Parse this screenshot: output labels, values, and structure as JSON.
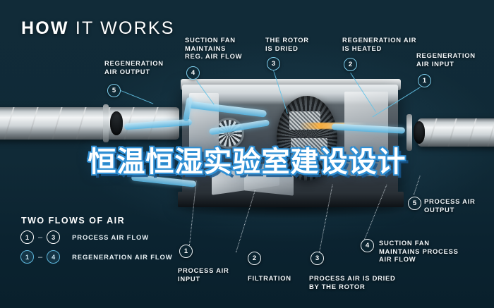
{
  "header": {
    "title_bold": "HOW",
    "title_light": "IT WORKS"
  },
  "watermark": {
    "text": "恒温恒湿实验室建设设计"
  },
  "callouts": [
    {
      "id": "regeneration-air-output",
      "number": "5",
      "label": "REGENERATION\nAIR OUTPUT"
    },
    {
      "id": "suction-fan-reg",
      "number": "4",
      "label": "SUCTION FAN\nMAINTAINS\nREG. AIR FLOW"
    },
    {
      "id": "rotor-is-dried",
      "number": "3",
      "label": "THE ROTOR\nIS DRIED"
    },
    {
      "id": "regeneration-air-heated",
      "number": "2",
      "label": "REGENERATION AIR\nIS HEATED"
    },
    {
      "id": "regeneration-air-input",
      "number": "1",
      "label": "REGENERATION\nAIR INPUT"
    },
    {
      "id": "process-air-output",
      "number": "5",
      "label": "PROCESS AIR\nOUTPUT"
    },
    {
      "id": "process-air-input",
      "number": "1",
      "label": "PROCESS AIR\nINPUT"
    },
    {
      "id": "filtration",
      "number": "2",
      "label": "FILTRATION"
    },
    {
      "id": "process-air-dried",
      "number": "3",
      "label": "PROCESS AIR IS DRIED\nBY THE ROTOR"
    },
    {
      "id": "suction-fan-process",
      "number": "4",
      "label": "SUCTION FAN\nMAINTAINS PROCESS\nAIR FLOW"
    }
  ],
  "legend": {
    "title": "TWO FLOWS OF AIR",
    "rows": [
      {
        "from": "1",
        "to": "3",
        "dash": "–",
        "label": "PROCESS AIR FLOW"
      },
      {
        "from": "1",
        "to": "4",
        "dash": "–",
        "label": "REGENERATION AIR FLOW"
      }
    ]
  },
  "colors": {
    "background": "#112b38",
    "accent_blue": "#63c2e6",
    "airflow": "#7fd0ef",
    "heat_orange": "#ffb13c",
    "watermark_outline": "#2f8fd4"
  }
}
